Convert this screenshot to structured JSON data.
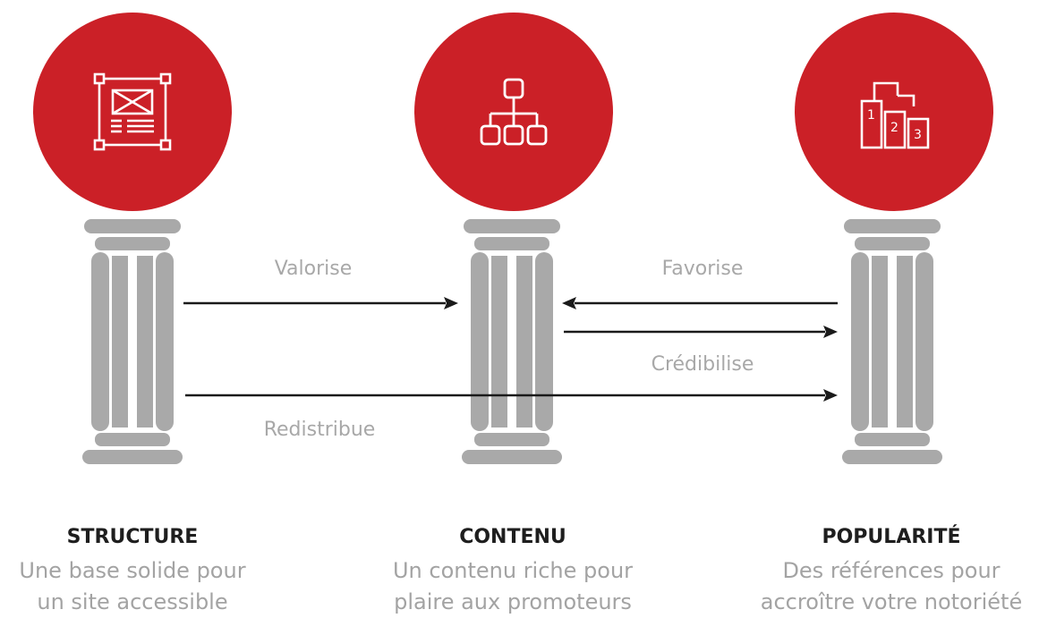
{
  "pillars": [
    {
      "icon": "wireframe-icon",
      "title": "STRUCTURE",
      "desc_line1": "Une base solide pour",
      "desc_line2": "un site accessible"
    },
    {
      "icon": "sitemap-icon",
      "title": "CONTENU",
      "desc_line1": "Un contenu riche pour",
      "desc_line2": "plaire aux promoteurs"
    },
    {
      "icon": "podium-icon",
      "title": "POPULARITÉ",
      "desc_line1": "Des références pour",
      "desc_line2": "accroître votre notoriété",
      "podium_ranks": [
        "1",
        "2",
        "3"
      ]
    }
  ],
  "relations": [
    {
      "label": "Valorise",
      "from": "STRUCTURE",
      "to": "CONTENU"
    },
    {
      "label": "Favorise",
      "from": "POPULARITÉ",
      "to": "CONTENU"
    },
    {
      "label": "Crédibilise",
      "from": "CONTENU",
      "to": "POPULARITÉ"
    },
    {
      "label": "Redistribue",
      "from": "STRUCTURE",
      "to": "POPULARITÉ"
    }
  ],
  "colors": {
    "accent": "#cb2027",
    "column": "#a9a9a9",
    "arrow": "#1a1a1a",
    "muted_text": "#a8a8a8"
  }
}
